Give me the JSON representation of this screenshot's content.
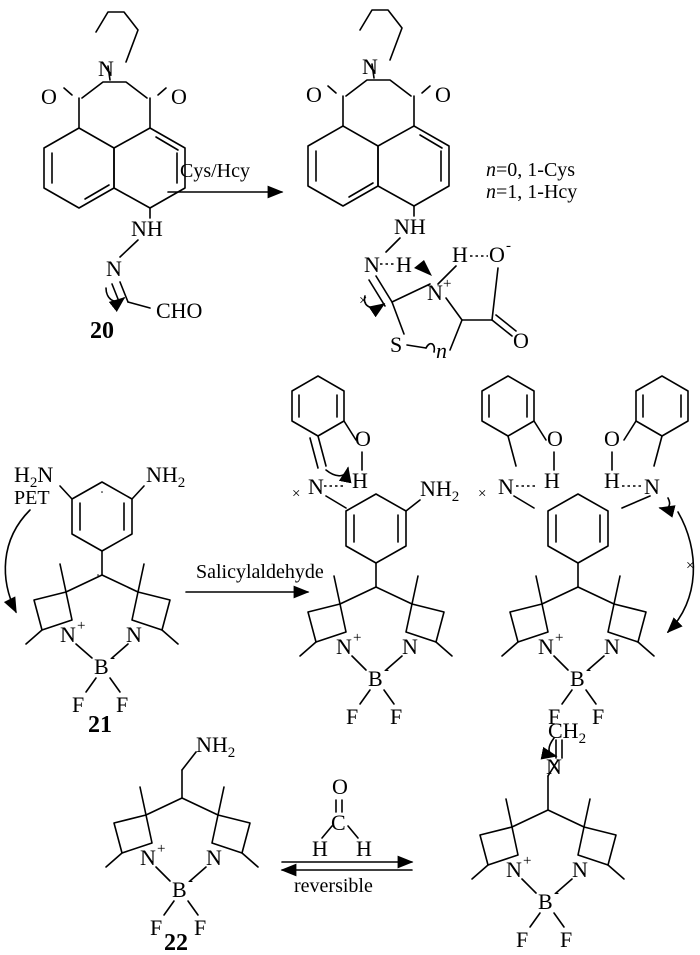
{
  "compounds": {
    "c20": {
      "label": "20"
    },
    "c21": {
      "label": "21"
    },
    "c22": {
      "label": "22"
    }
  },
  "reaction1": {
    "reagent": "Cys/Hcy",
    "cond1_var": "n",
    "cond1_rest": "=0, 1-Cys",
    "cond2_var": "n",
    "cond2_rest": "=1, 1-Hcy"
  },
  "reaction2": {
    "reagent": "Salicylaldehyde",
    "pet": "PET"
  },
  "reaction3": {
    "note": "reversible"
  },
  "atoms": {
    "O": "O",
    "N": "N",
    "NH": "NH",
    "H": "H",
    "S": "S",
    "B": "B",
    "F": "F",
    "CHO": "CHO",
    "NH2": "NH",
    "H2N": "H",
    "sub2": "2",
    "Nplus": "N",
    "plus": "+",
    "minus": "-",
    "Ominus": "O",
    "n": "n",
    "C": "C",
    "CH2": "CH"
  }
}
